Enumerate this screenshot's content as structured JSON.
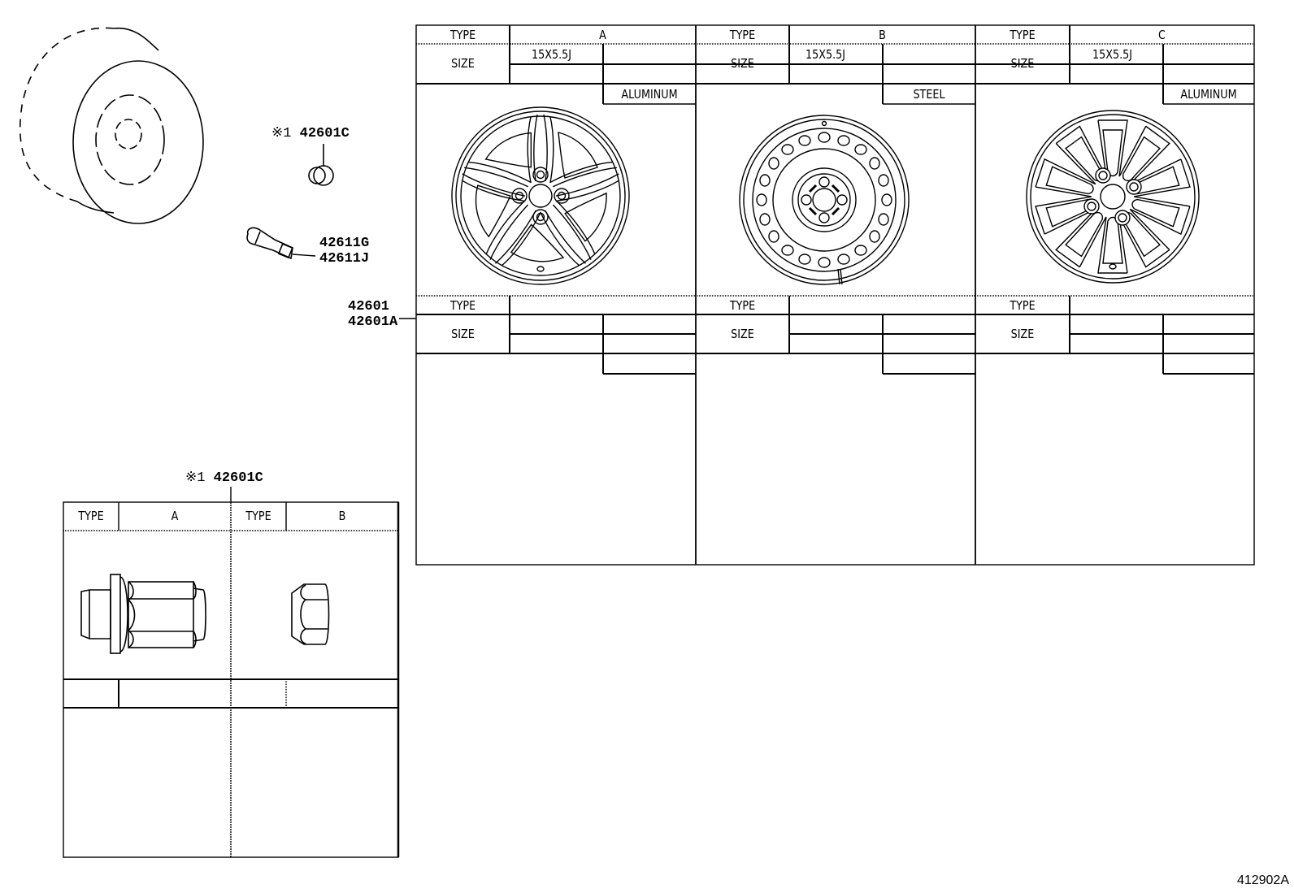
{
  "figure_id": "412902A",
  "callouts": {
    "valve_cap": {
      "mark": "※1",
      "part": "42601C"
    },
    "valve_stems": [
      "42611G",
      "42611J"
    ],
    "wheels": [
      "42601",
      "42601A"
    ],
    "nut_table_title": {
      "mark": "※1",
      "part": "42601C"
    }
  },
  "wheel_table": {
    "columns": [
      {
        "type_label": "TYPE",
        "type_value": "A",
        "size_label": "SIZE",
        "size_value": "15X5.5J",
        "material": "ALUMINUM",
        "style": "5-spoke aluminum"
      },
      {
        "type_label": "TYPE",
        "type_value": "B",
        "size_label": "SIZE",
        "size_value": "15X5.5J",
        "material": "STEEL",
        "style": "steel disc"
      },
      {
        "type_label": "TYPE",
        "type_value": "C",
        "size_label": "SIZE",
        "size_value": "15X5.5J",
        "material": "ALUMINUM",
        "style": "10-spoke aluminum"
      }
    ],
    "lower_rows": [
      {
        "type_label": "TYPE",
        "type_value": "",
        "size_label": "SIZE",
        "size_value": "",
        "material": ""
      },
      {
        "type_label": "TYPE",
        "type_value": "",
        "size_label": "SIZE",
        "size_value": "",
        "material": ""
      },
      {
        "type_label": "TYPE",
        "type_value": "",
        "size_label": "SIZE",
        "size_value": "",
        "material": ""
      }
    ]
  },
  "nut_table": {
    "columns": [
      {
        "type_label": "TYPE",
        "type_value": "A",
        "style": "cap nut with washer"
      },
      {
        "type_label": "TYPE",
        "type_value": "B",
        "style": "cap nut"
      }
    ]
  }
}
